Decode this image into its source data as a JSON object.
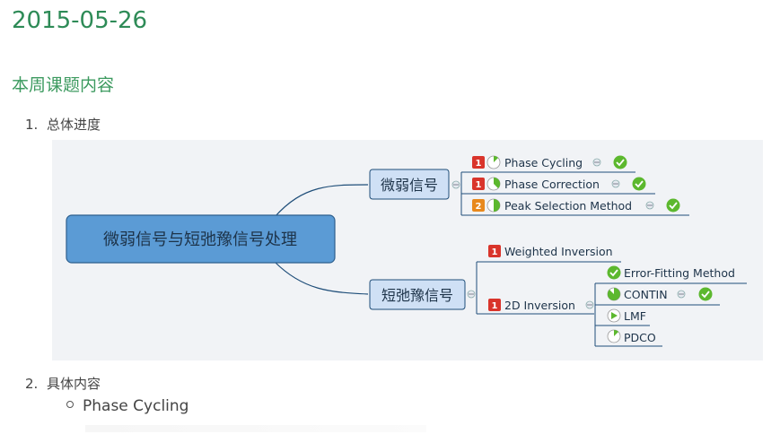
{
  "date": "2015-05-26",
  "section_title": "本周课题内容",
  "list": [
    {
      "number": "1.",
      "label": "总体进度"
    },
    {
      "number": "2.",
      "label": "具体内容"
    }
  ],
  "sub_items": [
    "Phase Cycling"
  ],
  "mindmap": {
    "central": "微弱信号与短弛豫信号处理",
    "branch_weak": {
      "label": "微弱信号",
      "items": [
        {
          "priority": "1",
          "label": "Phase Cycling",
          "progress_fraction": 0.125,
          "done": true
        },
        {
          "priority": "1",
          "label": "Phase Correction",
          "progress_fraction": 0.375,
          "done": true
        },
        {
          "priority": "2",
          "label": "Peak Selection Method",
          "progress_fraction": 0.5,
          "done": true
        }
      ]
    },
    "branch_short": {
      "label": "短弛豫信号",
      "items": [
        {
          "priority": "1",
          "label": "Weighted Inversion"
        },
        {
          "priority": "1",
          "label": "2D Inversion",
          "children": [
            {
              "label": "Error-Fitting Method",
              "status": "done"
            },
            {
              "label": "CONTIN",
              "progress_fraction": 0.875,
              "done": true
            },
            {
              "label": "LMF",
              "status": "in-progress"
            },
            {
              "label": "PDCO",
              "progress_fraction": 0.125
            }
          ]
        }
      ]
    },
    "colors": {
      "central_fill": "#5b9bd5",
      "branch_fill": "#cfe0f5",
      "line": "#1f4e79",
      "priority_red": "#d9342b",
      "priority_orange": "#e8891d",
      "check_green": "#5cb82e",
      "background": "#f1f3f6"
    }
  }
}
